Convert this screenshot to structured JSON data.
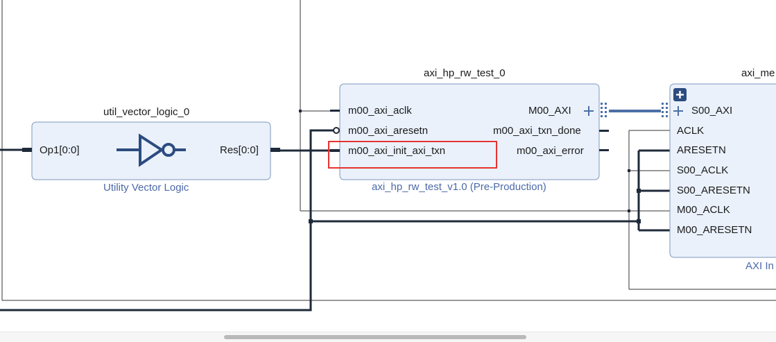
{
  "blocks": {
    "vector_logic": {
      "title": "util_vector_logic_0",
      "subtitle": "Utility Vector Logic",
      "ports": {
        "op1": "Op1[0:0]",
        "res": "Res[0:0]"
      }
    },
    "hp_rw_test": {
      "title": "axi_hp_rw_test_0",
      "subtitle": "axi_hp_rw_test_v1.0 (Pre-Production)",
      "ports": {
        "aclk": "m00_axi_aclk",
        "aresetn": "m00_axi_aresetn",
        "init_axi_txn": "m00_axi_init_axi_txn",
        "m00_axi": "M00_AXI",
        "txn_done": "m00_axi_txn_done",
        "error": "m00_axi_error"
      }
    },
    "axi_interconnect": {
      "title": "axi_me",
      "subtitle": "AXI In",
      "ports": {
        "s00_axi": "S00_AXI",
        "aclk": "ACLK",
        "aresetn": "ARESETN",
        "s00_aclk": "S00_ACLK",
        "s00_aresetn": "S00_ARESETN",
        "m00_aclk": "M00_ACLK",
        "m00_aresetn": "M00_ARESETN"
      },
      "expand_glyph": "+"
    }
  },
  "highlight": {
    "target": "m00_axi_init_axi_txn",
    "color": "#e8322f"
  },
  "colors": {
    "block_fill": "#eaf1fb",
    "block_border": "#7d96bd",
    "net": "#1e2a3a",
    "thin_net": "#333333",
    "bus": "#4a6fa5",
    "subtitle": "#4b6aa8"
  },
  "icons": {
    "inverter": "not-gate-icon",
    "bus_plus": "plus-icon",
    "expand": "expand-icon"
  }
}
